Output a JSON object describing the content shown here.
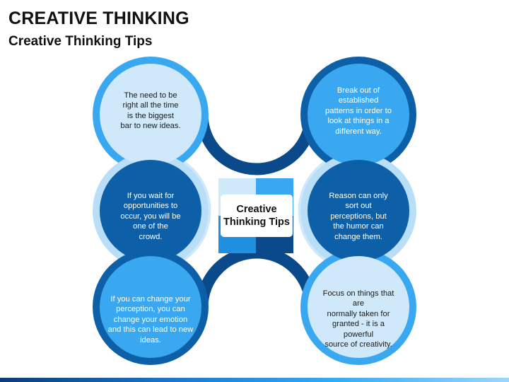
{
  "header": {
    "title": "CREATIVE THINKING",
    "subtitle": "Creative Thinking Tips"
  },
  "center": {
    "label": "Creative\nThinking Tips"
  },
  "tips": [
    {
      "position": "top-left",
      "text": "The need to be\nright all the time\nis the biggest\nbar to new ideas."
    },
    {
      "position": "top-right",
      "text": "Break out of\nestablished\npatterns in order to\nlook at things in a\ndifferent way."
    },
    {
      "position": "middle-left",
      "text": "If you wait for\nopportunities to\noccur, you will be\none of the\ncrowd."
    },
    {
      "position": "middle-right",
      "text": "Reason can only\nsort out\nperceptions, but\nthe humor can\nchange them."
    },
    {
      "position": "bottom-left",
      "text": "If you can change your\nperception, you can\nchange your emotion\nand this can lead to new\nideas."
    },
    {
      "position": "bottom-right",
      "text": "Focus on things that\nare\nnormally taken for\ngranted - it is a\npowerful\nsource of creativity."
    }
  ],
  "colors": {
    "dark_blue": "#0d5fa8",
    "navy": "#0a4a8a",
    "medium_blue": "#1f8fe0",
    "sky_blue": "#3aa8f0",
    "pale_blue": "#cfe9fb",
    "ring_light": "#b9def8"
  }
}
